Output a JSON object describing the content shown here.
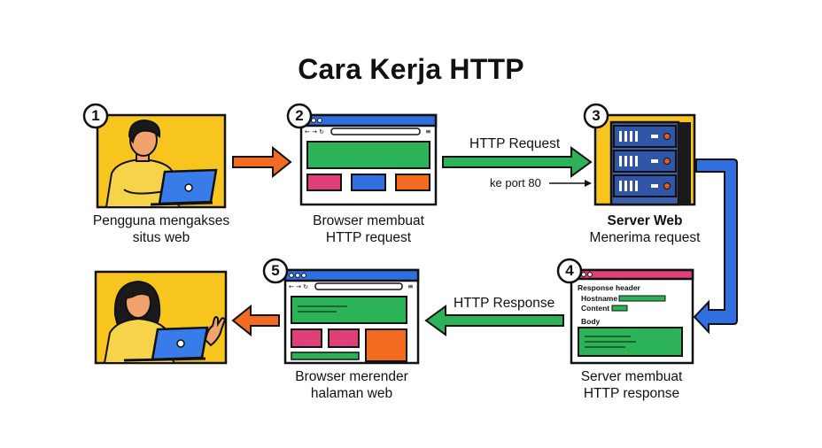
{
  "title": "Cara Kerja HTTP",
  "steps": [
    {
      "number": "1",
      "caption_line1": "Pengguna mengakses",
      "caption_line2": "situs web"
    },
    {
      "number": "2",
      "caption_line1": "Browser membuat",
      "caption_line2": "HTTP request"
    },
    {
      "number": "3",
      "caption_line1": "Server Web",
      "caption_line2": "Menerima request"
    },
    {
      "number": "4",
      "caption_line1": "Server membuat",
      "caption_line2": "HTTP response"
    },
    {
      "number": "5",
      "caption_line1": "Browser merender",
      "caption_line2": "halaman web"
    }
  ],
  "arrows": {
    "request_label": "HTTP Request",
    "port_label": "ke port 80",
    "response_label": "HTTP Response"
  },
  "response_doc": {
    "header": "Response header",
    "hostname": "Hostname",
    "content": "Content",
    "body": "Body"
  },
  "colors": {
    "yellow": "#F7C51E",
    "orange": "#F26B21",
    "green": "#2DB357",
    "blue": "#2F6FE0",
    "pink": "#E0407A",
    "server": "#3F5FA8"
  }
}
